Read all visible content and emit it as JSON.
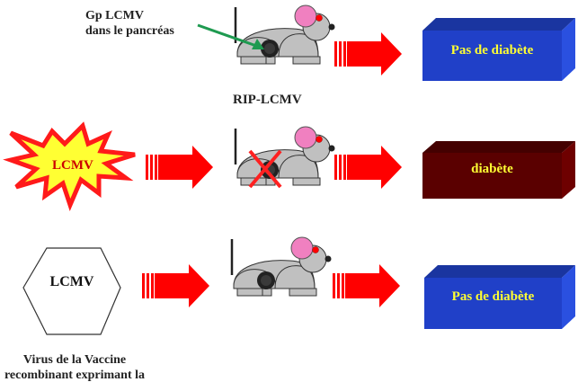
{
  "row1": {
    "annotation_line1": "Gp LCMV",
    "annotation_line2": "dans le pancréas",
    "mouse_caption": "RIP-LCMV",
    "outcome": "Pas de diabète"
  },
  "row2": {
    "trigger_label": "LCMV",
    "outcome": "diabète"
  },
  "row3": {
    "trigger_label": "LCMV",
    "caption_line1": "Virus de la Vaccine",
    "caption_line2": "recombinant exprimant la",
    "outcome": "Pas de diabète"
  },
  "colors": {
    "arrow": "#ff0000",
    "blue_box": "#2040c8",
    "blue_box_top": "#1a35a0",
    "blue_box_side": "#2a50e0",
    "dark_red_box": "#5a0000",
    "dark_red_top": "#440000",
    "dark_red_side": "#6e0000",
    "box_text": "#ffff33",
    "burst_fill": "#ffff33",
    "burst_stroke": "#ff1a1a",
    "mouse_body": "#c0c0c0",
    "mouse_ear": "#f080c0",
    "mouse_eye": "#ff0000",
    "green_pointer": "#1e9a50"
  }
}
